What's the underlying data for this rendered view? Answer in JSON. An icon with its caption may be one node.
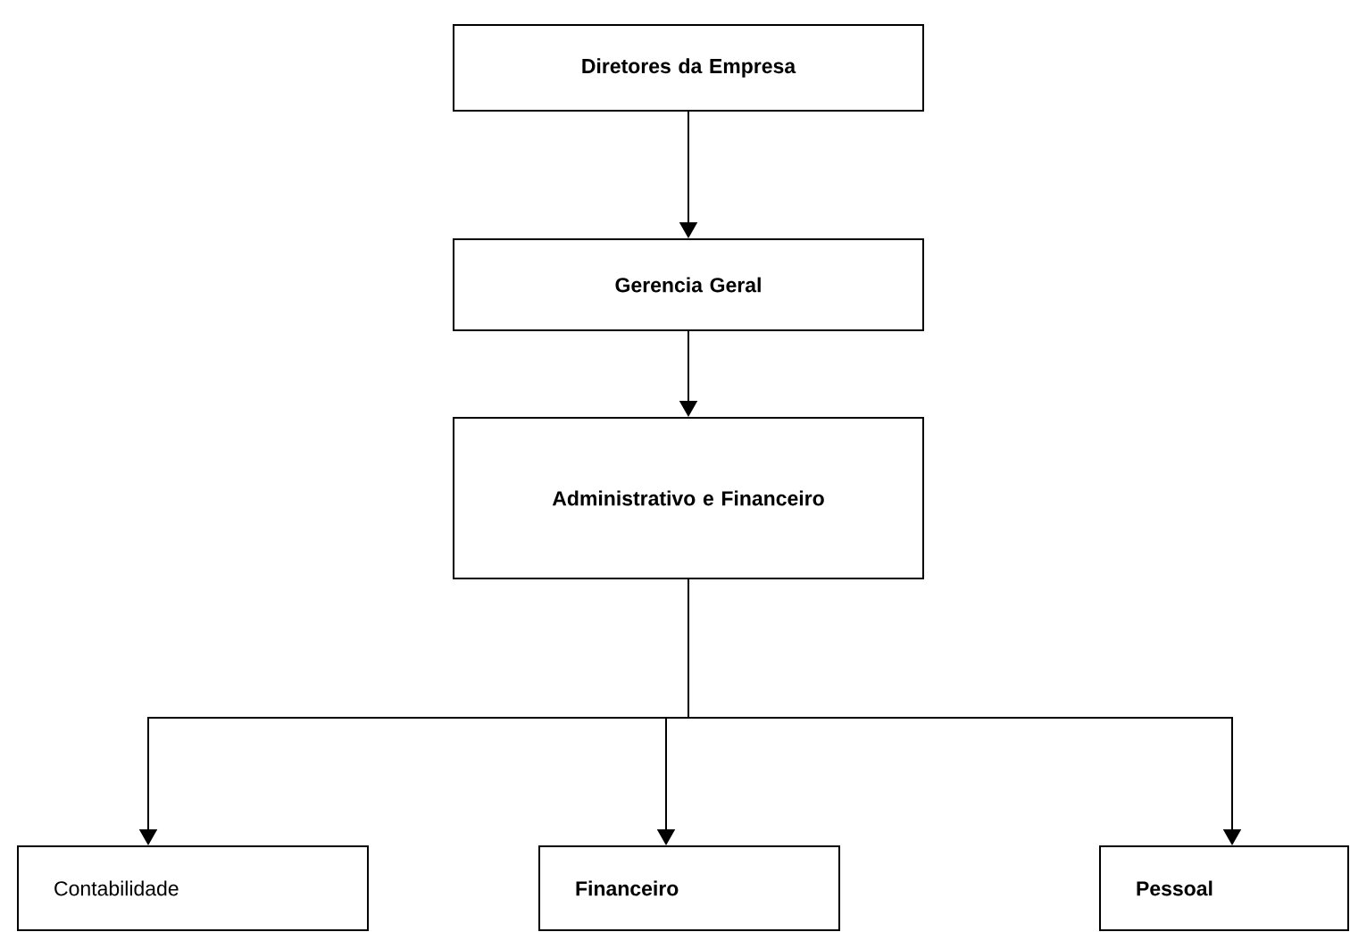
{
  "diagram": {
    "nodes": [
      {
        "text": [
          "Diretores da Empresa"
        ]
      },
      {
        "text": [
          "Gerencia Geral"
        ]
      },
      {
        "text": [
          "Administrativo e Financeiro"
        ]
      },
      {
        "text": [
          "Contabilidade"
        ]
      },
      {
        "text": [
          "Financeiro"
        ]
      },
      {
        "text": [
          "Pessoal"
        ]
      }
    ],
    "edges": [
      {
        "from": 0,
        "to": 1,
        "arrow": "to"
      },
      {
        "from": 1,
        "to": 2,
        "arrow": "to"
      },
      {
        "from": 2,
        "to": 3,
        "arrow": "to"
      },
      {
        "from": 2,
        "to": 4,
        "arrow": "to"
      },
      {
        "from": 2,
        "to": 5,
        "arrow": "to"
      }
    ]
  }
}
